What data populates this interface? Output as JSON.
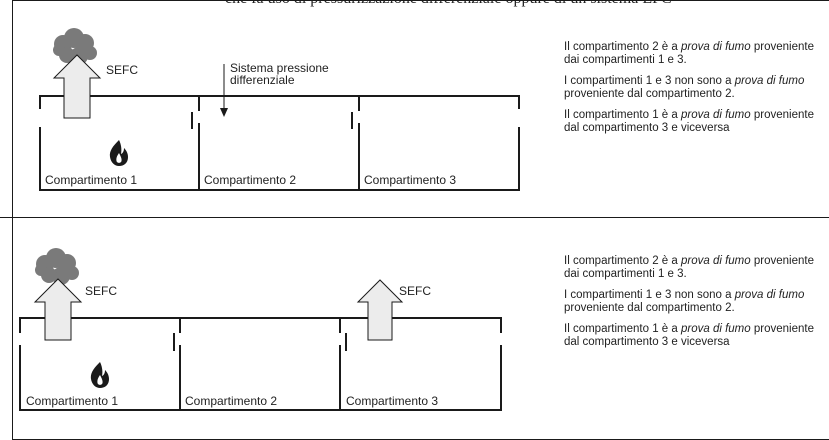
{
  "header_fragment": "che fa uso di pressurizzazione differenziale oppure di un sistema EFC",
  "panel1": {
    "sefc_label": "SEFC",
    "pressure_label_line1": "Sistema pressione",
    "pressure_label_line2": "differenziale",
    "compartments": [
      "Compartimento 1",
      "Compartimento 2",
      "Compartimento 3"
    ],
    "desc": {
      "p1_pre": "Il compartimento 2 è a ",
      "p1_em": "prova di fumo",
      "p1_post": " proveniente dai compartimenti 1 e 3.",
      "p2_pre": "I compartimenti 1 e 3 non sono a ",
      "p2_em": "prova di fumo",
      "p2_post": " proveniente dal compartimento 2.",
      "p3_pre": "Il compartimento 1 è a ",
      "p3_em": "prova di fumo",
      "p3_post": " proveniente dal compartimento 3 e viceversa"
    }
  },
  "panel2": {
    "sefc_label_1": "SEFC",
    "sefc_label_2": "SEFC",
    "compartments": [
      "Compartimento 1",
      "Compartimento 2",
      "Compartimento 3"
    ],
    "desc": {
      "p1_pre": "Il compartimento 2 è a ",
      "p1_em": "prova di fumo",
      "p1_post": " proveniente dai compartimenti 1 e 3.",
      "p2_pre": "I compartimenti 1 e 3 non sono a ",
      "p2_em": "prova di fumo",
      "p2_post": " proveniente dal compartimento 2.",
      "p3_pre": "Il compartimento 1 è a ",
      "p3_em": "prova di fumo",
      "p3_post": " proveniente dal compartimento 3 e viceversa"
    }
  },
  "colors": {
    "line": "#1a1a1a",
    "smoke": "#7a7a7a",
    "arrow_fill": "#ececec",
    "flame": "#1a1a1a"
  }
}
